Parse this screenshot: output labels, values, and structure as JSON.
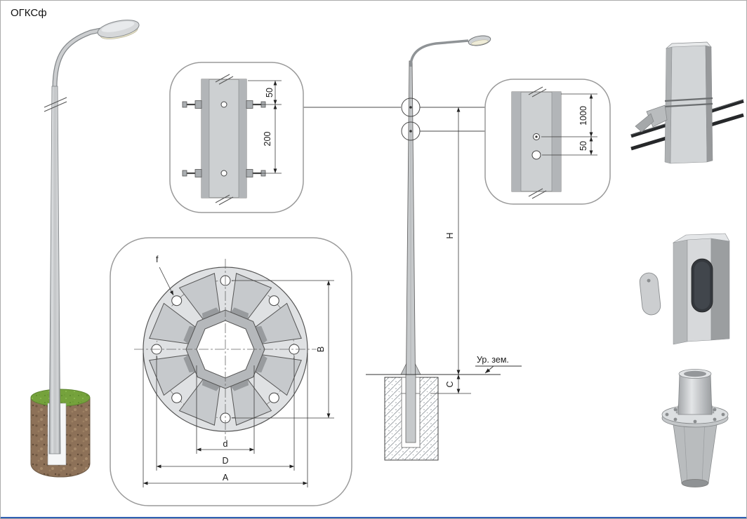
{
  "title": "ОГКСф",
  "detail_top": {
    "dim_top": "50",
    "dim_bottom": "200"
  },
  "flange": {
    "hole_label": "f",
    "dim_vertical": "B",
    "dim_inner": "d",
    "dim_mid": "D",
    "dim_outer": "A"
  },
  "elevation": {
    "height_label": "H",
    "embed_label": "C",
    "ground_label": "Ур. зем."
  },
  "detail_right": {
    "dim_top": "1000",
    "dim_bottom": "50"
  },
  "colors": {
    "pole_gray": "#c6c9cb",
    "drawing_line": "#3a3a3a",
    "callout_border": "#9a9a9a",
    "foundation_brown": "#8d7158",
    "grass_green": "#75a23c",
    "bottom_bar_blue": "#2f5fb3"
  }
}
